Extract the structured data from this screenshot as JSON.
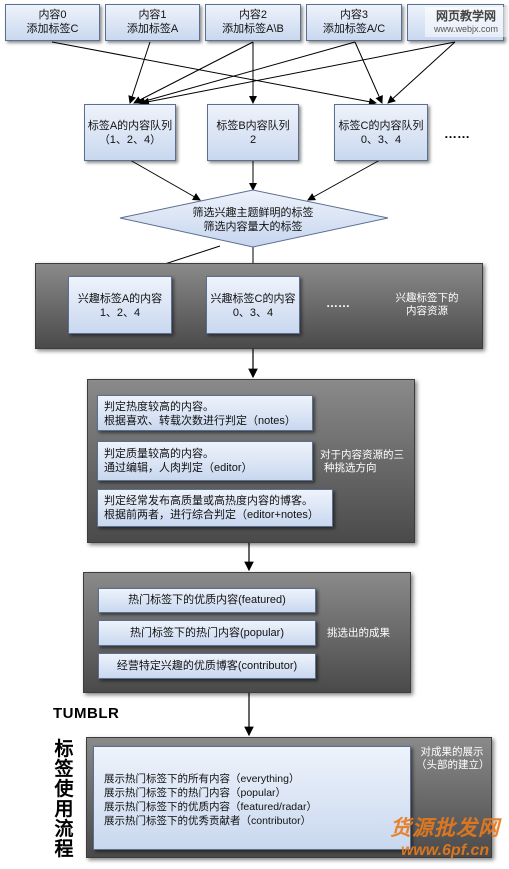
{
  "top_items": [
    {
      "title": "内容0",
      "tag": "添加标签C"
    },
    {
      "title": "内容1",
      "tag": "添加标签A"
    },
    {
      "title": "内容2",
      "tag": "添加标签A\\B"
    },
    {
      "title": "内容3",
      "tag": "添加标签A/C"
    },
    {
      "title": "",
      "tag": ""
    }
  ],
  "watermark_top": "网页教学网",
  "watermark_top_url": "www.webjx.com",
  "queues": [
    {
      "title": "标签A的内容队列",
      "items": "（1、2、4）"
    },
    {
      "title": "标签B内容队列",
      "items": "2"
    },
    {
      "title": "标签C的内容队列",
      "items": "0、3、4"
    }
  ],
  "queues_more": "……",
  "filter": {
    "line1": "筛选兴趣主题鲜明的标签",
    "line2": "筛选内容量大的标签"
  },
  "interest_panel": {
    "boxes": [
      {
        "title": "兴趣标签A的内容",
        "items": "1、2、4"
      },
      {
        "title": "兴趣标签C的内容",
        "items": "0、3、4"
      }
    ],
    "more": "……",
    "label_line1": "兴趣标签下的",
    "label_line2": "内容资源"
  },
  "judge_panel": {
    "boxes": [
      {
        "line1": "判定热度较高的内容。",
        "line2": "根据喜欢、转载次数进行判定（notes）"
      },
      {
        "line1": "判定质量较高的内容。",
        "line2": "通过编辑，人肉判定（editor）"
      },
      {
        "line1": "判定经常发布高质量或高热度内容的博客。",
        "line2": "根据前两者，进行综合判定（editor+notes）"
      }
    ],
    "label_line1": "对于内容资源的三",
    "label_line2": "种挑选方向"
  },
  "result_panel": {
    "boxes": [
      "热门标签下的优质内容(featured)",
      "热门标签下的热门内容(popular)",
      "经营特定兴趣的优质博客(contributor)"
    ],
    "label": "挑选出的成果"
  },
  "tumblr": "TUMBLR",
  "side_title": [
    "标",
    "签",
    "使",
    "用",
    "流",
    "程"
  ],
  "display_panel": {
    "lines": [
      "展示热门标签下的所有内容（everything）",
      "展示热门标签下的热门内容（popular）",
      "展示热门标签下的优质内容（featured/radar）",
      "展示热门标签下的优秀贡献者（contributor）"
    ],
    "label_line1": "对成果的展示",
    "label_line2": "（头部的建立）"
  },
  "watermark_bottom": "货源批发网",
  "watermark_bottom_url": "www.6pf.cn",
  "colors": {
    "box_fill": "#dbe5f4",
    "panel": "#6a6a6a",
    "accent_watermark": "#e87a1c"
  }
}
